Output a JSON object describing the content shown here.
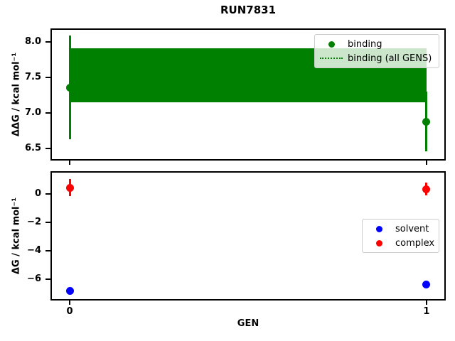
{
  "figure": {
    "title": "RUN7831",
    "background": "#ffffff",
    "colors": {
      "binding": "#008000",
      "binding_band": "#008000",
      "solvent": "#0000ff",
      "complex": "#ff0000",
      "axis": "#000000"
    }
  },
  "chart_data": [
    {
      "type": "scatter",
      "title": "RUN7831",
      "xlabel": "GEN",
      "ylabel": "ΔΔG / kcal mol⁻¹",
      "xlim": [
        -0.05,
        1.05
      ],
      "ylim": [
        6.35,
        8.17
      ],
      "grid": false,
      "legend_position": "upper right",
      "yticks": [
        {
          "v": 8.0,
          "label": "8.0"
        },
        {
          "v": 7.5,
          "label": "7.5"
        },
        {
          "v": 7.0,
          "label": "7.0"
        },
        {
          "v": 6.5,
          "label": "6.5"
        }
      ],
      "xticks": [
        {
          "v": 0,
          "label": ""
        },
        {
          "v": 1,
          "label": ""
        }
      ],
      "series": [
        {
          "name": "binding",
          "color": "#008000",
          "marker": "circle",
          "x": [
            0,
            1
          ],
          "y": [
            7.36,
            6.88
          ],
          "yerr": [
            0.73,
            0.42
          ]
        }
      ],
      "band": {
        "name": "binding (all GENS)",
        "color": "#008000",
        "linestyle": "dotted",
        "x": [
          0,
          1
        ],
        "ymin": 7.15,
        "ymax": 7.91
      },
      "legend": [
        {
          "label": "binding",
          "marker": "dot",
          "color": "#008000"
        },
        {
          "label": "binding (all GENS)",
          "marker": "dotted-line",
          "color": "#008000"
        }
      ]
    },
    {
      "type": "scatter",
      "title": "",
      "xlabel": "GEN",
      "ylabel": "ΔG / kcal mol⁻¹",
      "xlim": [
        -0.05,
        1.05
      ],
      "ylim": [
        -7.4,
        1.5
      ],
      "grid": false,
      "legend_position": "center right",
      "yticks": [
        {
          "v": 0,
          "label": "0"
        },
        {
          "v": -2,
          "label": "−2"
        },
        {
          "v": -4,
          "label": "−4"
        },
        {
          "v": -6,
          "label": "−6"
        }
      ],
      "xticks": [
        {
          "v": 0,
          "label": "0"
        },
        {
          "v": 1,
          "label": "1"
        }
      ],
      "series": [
        {
          "name": "solvent",
          "color": "#0000ff",
          "marker": "circle",
          "x": [
            0,
            1
          ],
          "y": [
            -6.8,
            -6.35
          ],
          "yerr": [
            0.05,
            0.05
          ]
        },
        {
          "name": "complex",
          "color": "#ff0000",
          "marker": "circle",
          "x": [
            0,
            1
          ],
          "y": [
            0.45,
            0.35
          ],
          "yerr": [
            0.6,
            0.45
          ]
        }
      ],
      "legend": [
        {
          "label": "solvent",
          "marker": "dot",
          "color": "#0000ff"
        },
        {
          "label": "complex",
          "marker": "dot",
          "color": "#ff0000"
        }
      ]
    }
  ]
}
